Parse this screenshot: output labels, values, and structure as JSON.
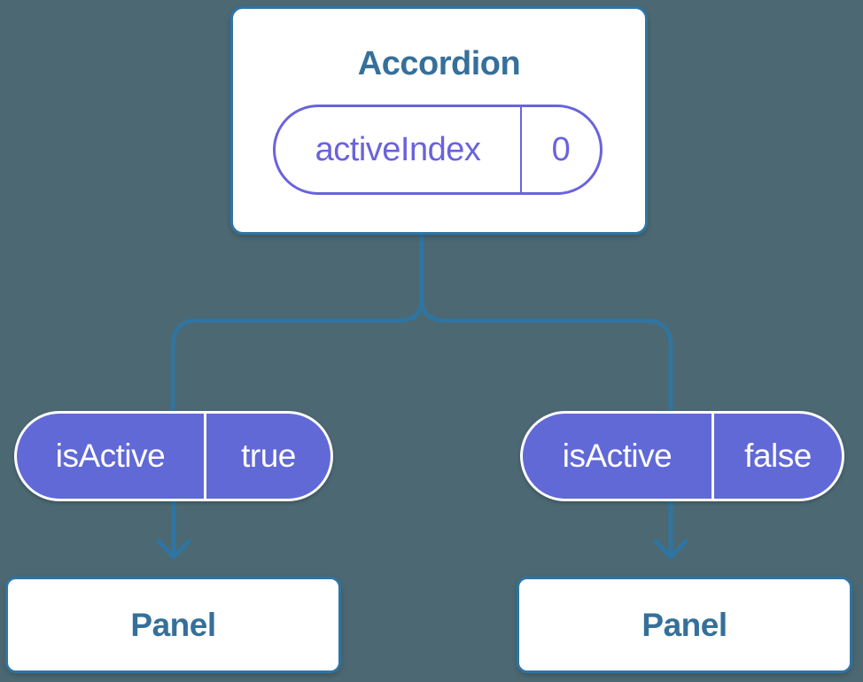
{
  "background_color": "#4c6973",
  "colors": {
    "background": "#4c6973",
    "box_border_blue": "#2e75a3",
    "connector_blue": "#2e75a3",
    "heading_blue": "#35709a",
    "purple_fill": "#6169d6",
    "purple_stroke": "#6a63dc",
    "box_fill": "#ffffff",
    "pill_text_white": "#ffffff"
  },
  "tree": {
    "root": {
      "label": "Accordion",
      "state_pill": {
        "name": "activeIndex",
        "value": "0"
      }
    },
    "prop_pills": [
      {
        "name": "isActive",
        "value": "true"
      },
      {
        "name": "isActive",
        "value": "false"
      }
    ],
    "children": [
      {
        "label": "Panel"
      },
      {
        "label": "Panel"
      }
    ]
  }
}
